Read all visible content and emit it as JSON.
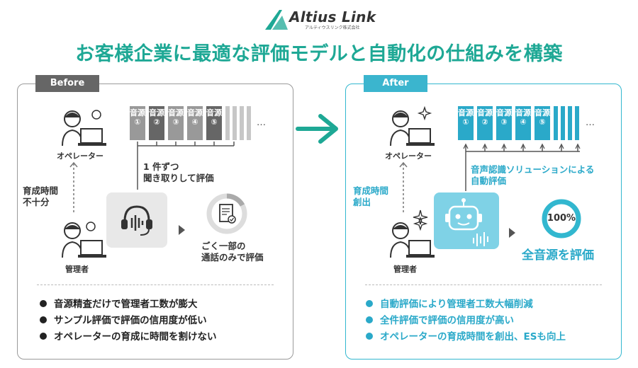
{
  "brand": {
    "name": "Altius Link",
    "sub": "アルティウスリンク株式会社"
  },
  "title": "お客様企業に最適な評価モデルと自動化の仕組みを構築",
  "before": {
    "tag": "Before",
    "operator_label": "オペレーター",
    "manager_label": "管理者",
    "sources": [
      "音源①",
      "音源②",
      "音源③",
      "音源④",
      "音源⑤"
    ],
    "ellipsis": "…",
    "listen_note": [
      "1 件ずつ",
      "聞き取りして評価"
    ],
    "time_note": [
      "育成時間",
      "不十分"
    ],
    "result_note": [
      "ごく一部の",
      "通話のみで評価"
    ],
    "bullets": [
      "音源精査だけで管理者工数が膨大",
      "サンプル評価で評価の信用度が低い",
      "オペレーターの育成に時間を割けない"
    ]
  },
  "after": {
    "tag": "After",
    "operator_label": "オペレーター",
    "manager_label": "管理者",
    "sources": [
      "音源①",
      "音源②",
      "音源③",
      "音源④",
      "音源⑤"
    ],
    "ellipsis": "…",
    "ai_note": [
      "音声認識ソリューションによる",
      "自動評価"
    ],
    "time_note": [
      "育成時間",
      "創出"
    ],
    "percent": "100%",
    "result_note": "全音源を評価",
    "bullets": [
      "自動評価により管理者工数大幅削減",
      "全件評価で評価の信用度が高い",
      "オペレーターの育成時間を創出、ESも向上"
    ]
  },
  "colors": {
    "title": "#1ea895",
    "after_accent": "#2aa9c9",
    "before_gray": "#666666"
  }
}
